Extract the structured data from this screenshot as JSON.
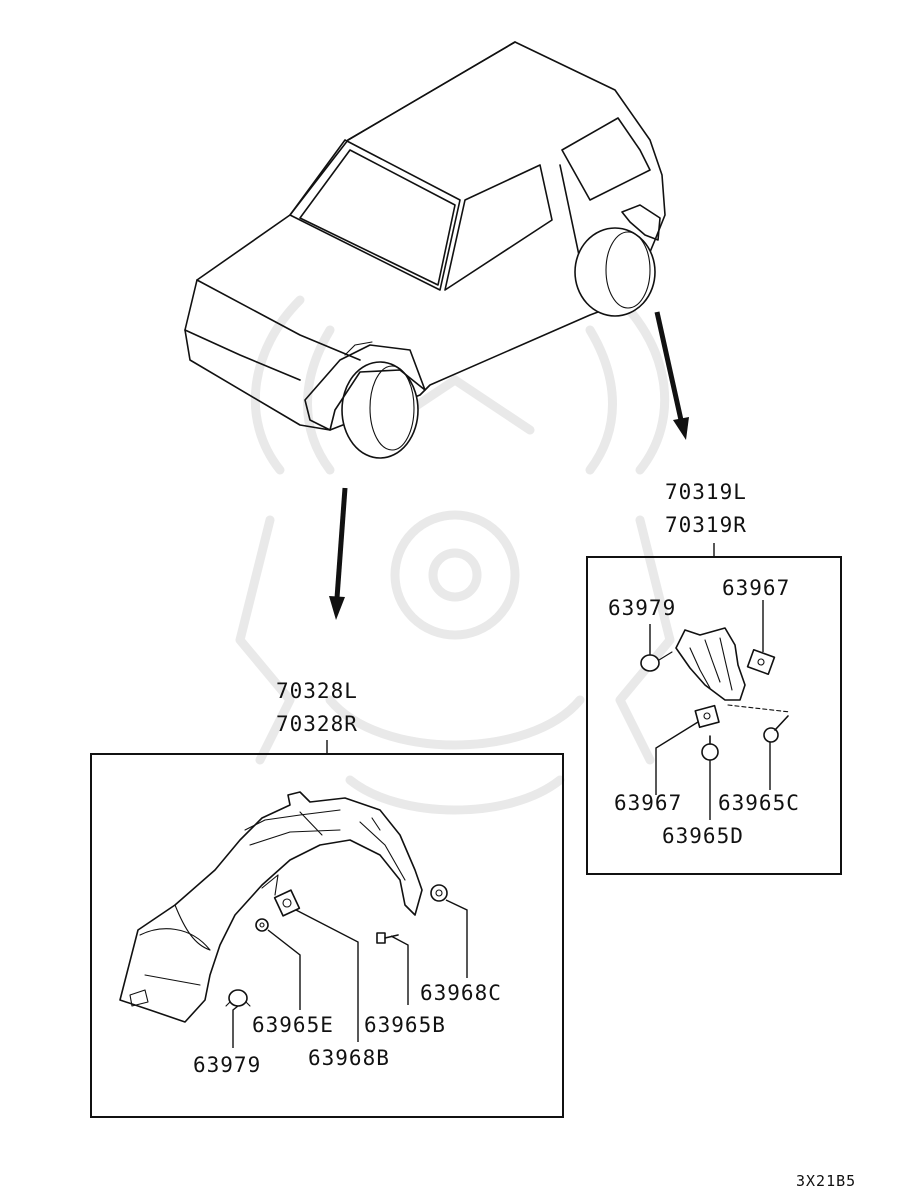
{
  "diagram": {
    "id_code": "3X21B5",
    "front_assembly": {
      "labels": [
        "70328L",
        "70328R"
      ],
      "parts": [
        {
          "number": "63979"
        },
        {
          "number": "63965E"
        },
        {
          "number": "63968B"
        },
        {
          "number": "63965B"
        },
        {
          "number": "63968C"
        }
      ]
    },
    "rear_assembly": {
      "labels": [
        "70319L",
        "70319R"
      ],
      "parts": [
        {
          "number": "63979"
        },
        {
          "number": "63967"
        },
        {
          "number": "63967"
        },
        {
          "number": "63965D"
        },
        {
          "number": "63965C"
        }
      ]
    }
  }
}
